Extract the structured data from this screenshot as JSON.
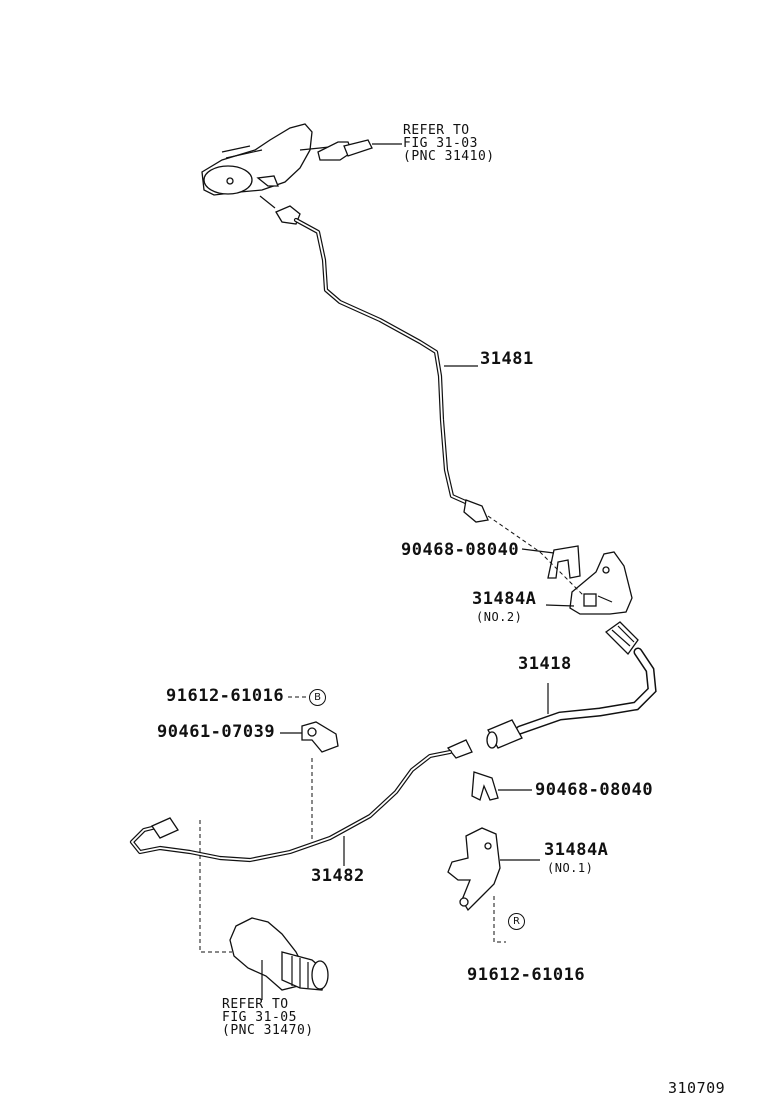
{
  "diagram": {
    "figure_number": "310709",
    "references": {
      "top": {
        "line1": "REFER TO",
        "line2": "FIG 31-03",
        "line3": "(PNC 31410)"
      },
      "bottom": {
        "line1": "REFER TO",
        "line2": "FIG 31-05",
        "line3": "(PNC 31470)"
      }
    },
    "parts": {
      "p31481": "31481",
      "p90468_a": "90468-08040",
      "p31484a_no2": "31484A",
      "p31484a_no2_note": "(NO.2)",
      "p31418": "31418",
      "p91612_b": "91612-61016",
      "p90461": "90461-07039",
      "p90468_b": "90468-08040",
      "p31484a_no1": "31484A",
      "p31484a_no1_note": "(NO.1)",
      "p31482": "31482",
      "p91612_r": "91612-61016"
    },
    "markers": {
      "b": "B",
      "r": "R"
    }
  }
}
